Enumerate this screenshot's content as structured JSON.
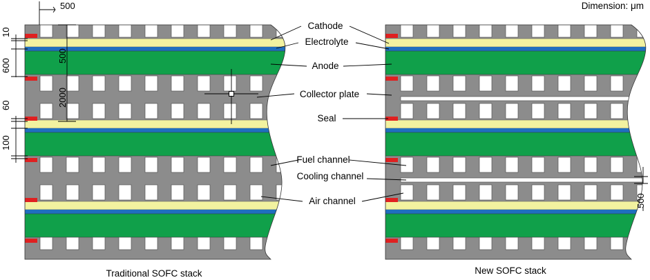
{
  "dimension_note": "Dimension: μm",
  "components": {
    "cathode": "Cathode",
    "electrolyte": "Electrolyte",
    "anode": "Anode",
    "collector_plate": "Collector plate",
    "seal": "Seal",
    "fuel_channel": "Fuel channel",
    "cooling_channel": "Cooling channel",
    "air_channel": "Air channel"
  },
  "dimensions": {
    "top_width": "500",
    "cathode_thickness": "10",
    "electrolyte_to_anode": "500",
    "anode_thickness": "600",
    "plate_pitch": "2000",
    "rib_height": "60",
    "seal_height": "100",
    "cooling_height": "500"
  },
  "captions": {
    "traditional": "Traditional SOFC stack",
    "new": "New SOFC stack"
  },
  "colors": {
    "plate": "#8c8c8c",
    "cathode": "#f2f2a0",
    "electrolyte": "#1f6fbf",
    "anode": "#10a04a",
    "seal": "#e02020",
    "channel": "#ffffff"
  }
}
